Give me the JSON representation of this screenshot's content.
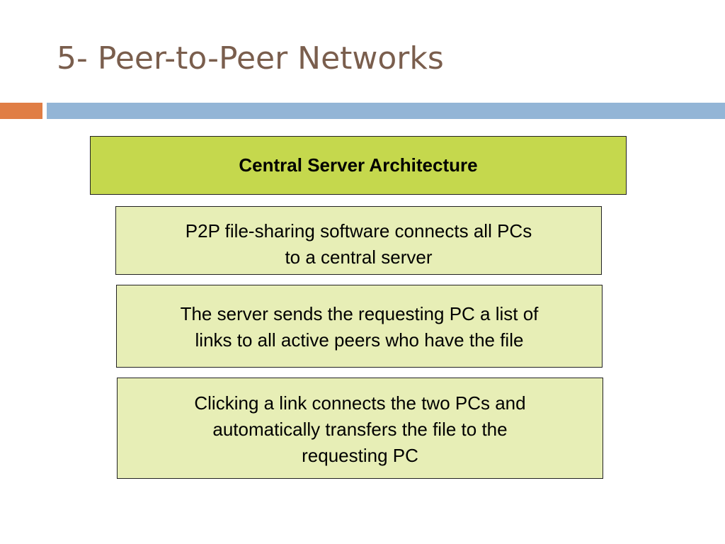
{
  "slide": {
    "title": "5- Peer-to-Peer Networks",
    "colors": {
      "title": "#7a5e4d",
      "accent_orange": "#e07e45",
      "accent_blue": "#93b5d6",
      "header_fill": "#c5d84d",
      "step_fill": "#e7eeb6"
    }
  },
  "diagram": {
    "header": "Central Server Architecture",
    "steps": [
      "P2P file-sharing software connects all PCs\nto a central server",
      "The server sends the requesting PC a list of\nlinks to all active peers who have the file",
      "Clicking a link connects the two PCs and\nautomatically transfers the file to the\nrequesting PC"
    ]
  }
}
